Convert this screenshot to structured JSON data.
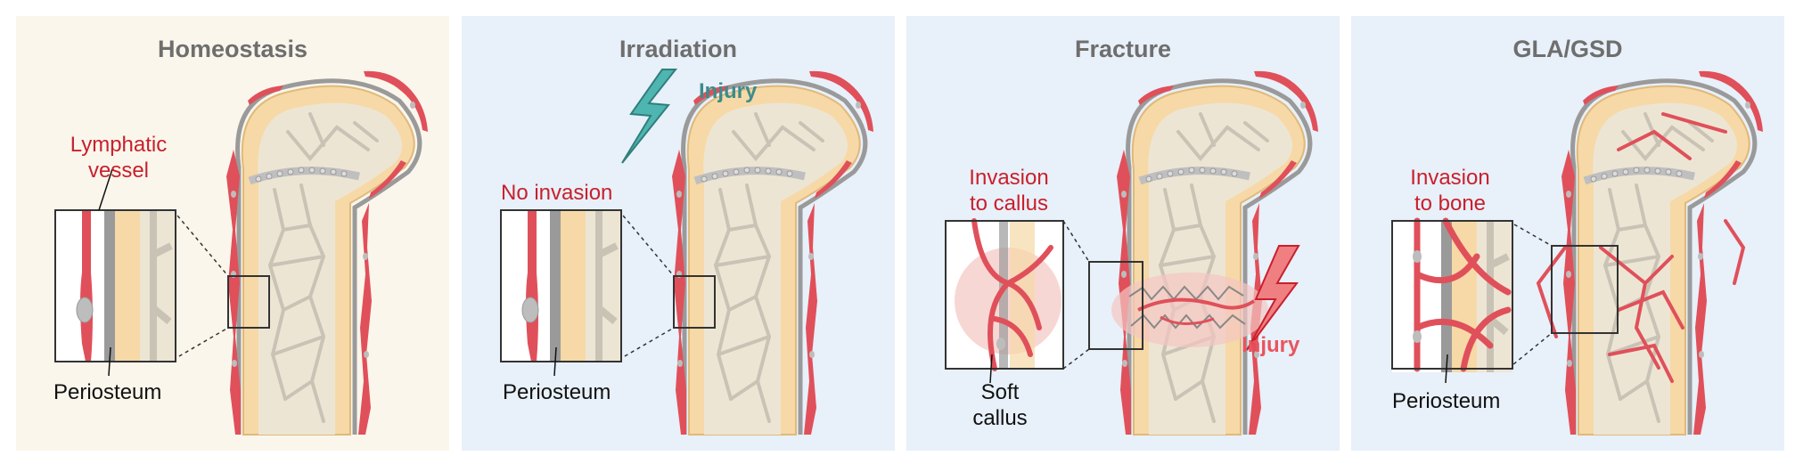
{
  "panels": [
    {
      "title": "Homeostasis",
      "bg": "#faf6ec",
      "labels": {
        "vessel_line1": "Lymphatic",
        "vessel_line2": "vessel",
        "periosteum": "Periosteum"
      }
    },
    {
      "title": "Irradiation",
      "bg": "#e8f0f9",
      "labels": {
        "invasion": "No invasion",
        "periosteum": "Periosteum",
        "injury": "Injury"
      }
    },
    {
      "title": "Fracture",
      "bg": "#e8f0f9",
      "labels": {
        "invasion_line1": "Invasion",
        "invasion_line2": "to callus",
        "callus_line1": "Soft",
        "callus_line2": "callus",
        "injury": "Injury"
      }
    },
    {
      "title": "GLA/GSD",
      "bg": "#e8f0f9",
      "labels": {
        "invasion_line1": "Invasion",
        "invasion_line2": "to bone",
        "periosteum": "Periosteum"
      }
    }
  ],
  "colors": {
    "lymphatic": "#e0505a",
    "lymph_nucleus": "#bdbdbd",
    "bone_outer": "#f6d9a6",
    "bone_inner": "#ede5d4",
    "trabecular": "#c9c3b6",
    "periosteum": "#9a9a9a",
    "injury_teal": "#4fb5b0",
    "injury_red": "#f07f82"
  }
}
